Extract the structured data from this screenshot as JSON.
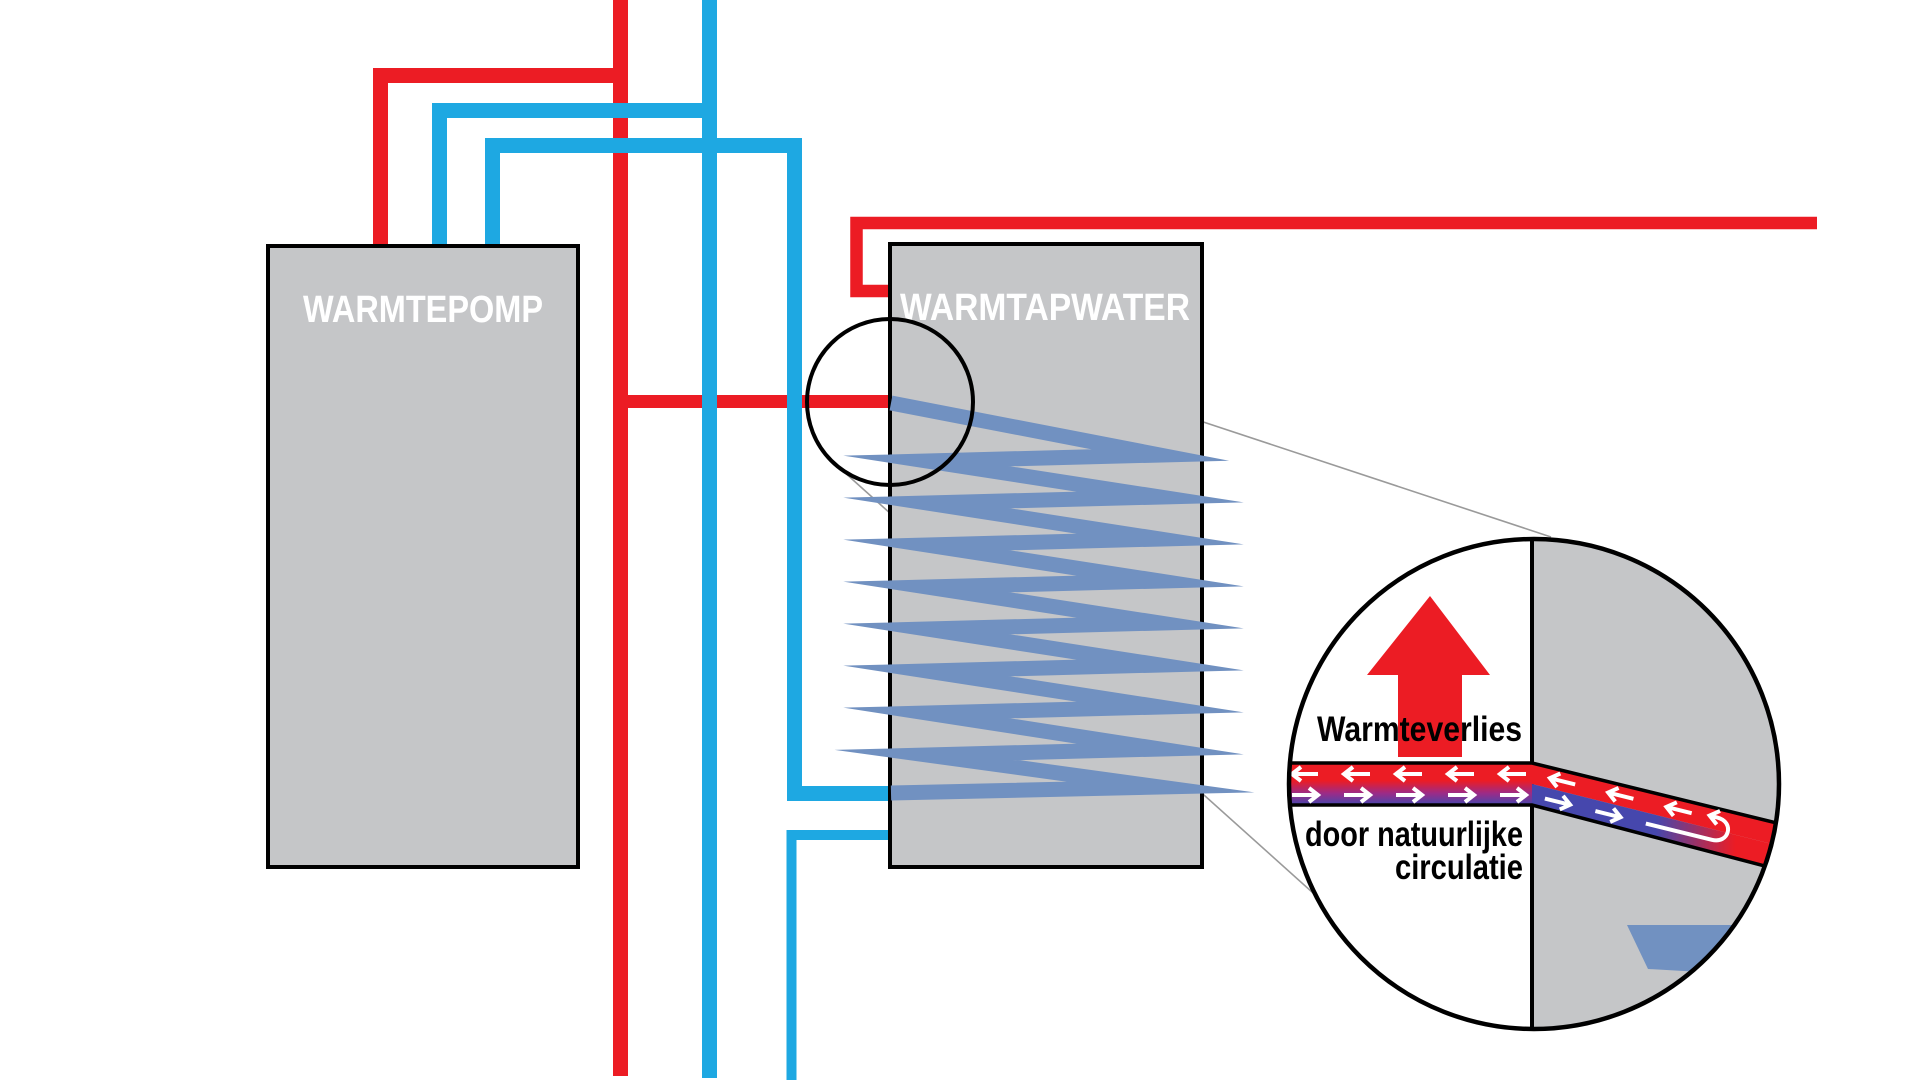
{
  "diagram": {
    "boxes": {
      "heat_pump": {
        "label": "WARMTEPOMP"
      },
      "hot_water": {
        "label": "WARMTAPWATER"
      }
    },
    "callout": {
      "heat_loss_label": "Warmteverlies",
      "cause_label_line1": "door natuurlijke",
      "cause_label_line2": "circulatie",
      "heat_loss_arrow_direction": "up"
    },
    "colors": {
      "background": "#ffffff",
      "hot_pipe": "#ec1c24",
      "cold_pipe": "#1ea8e2",
      "coil": "#7191c1",
      "tank_fill": "#c5c6c8",
      "tank_border": "#000000",
      "box_label_text": "#ffffff",
      "callout_text": "#000000",
      "flow_arrows": "#ffffff",
      "gradient_cold_purple": "#4647ad",
      "callout_line": "#9a9a9a"
    }
  }
}
